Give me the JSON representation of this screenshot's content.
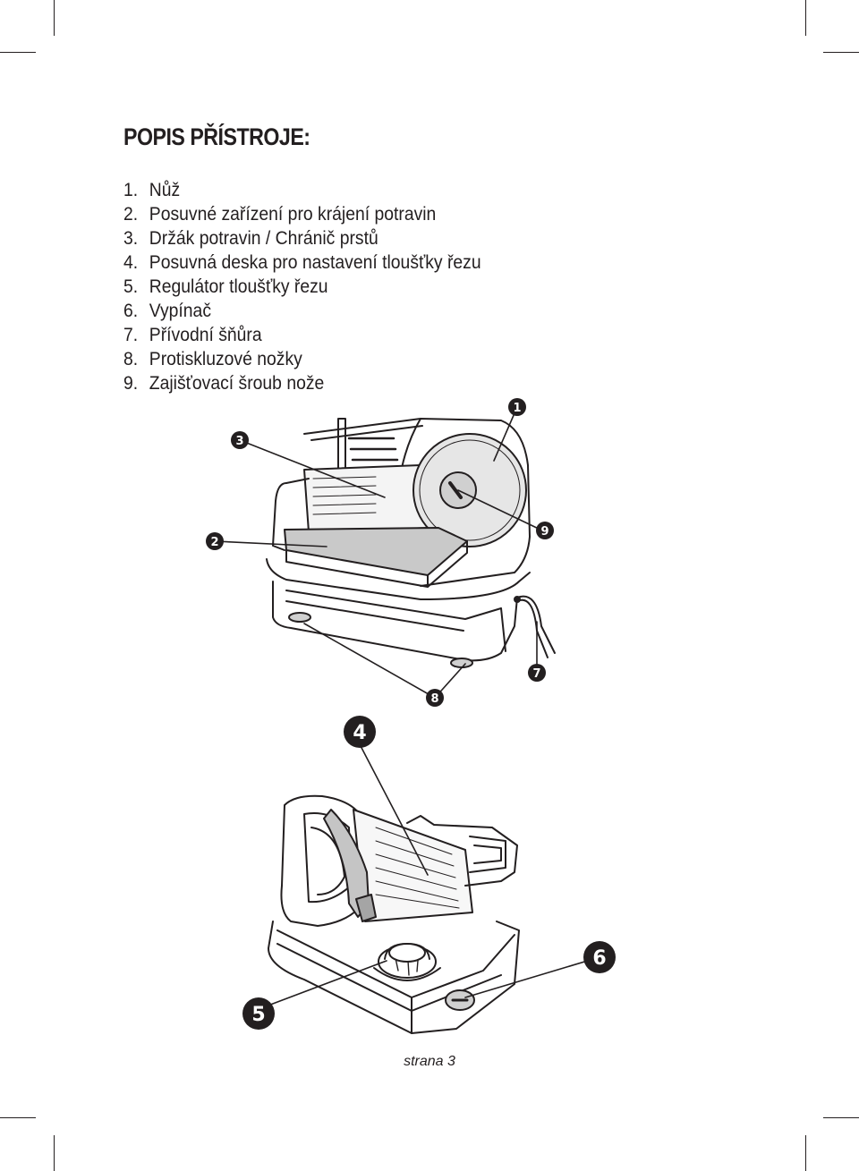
{
  "title": "POPIS PŘÍSTROJE:",
  "parts": [
    {
      "num": "1.",
      "label": "Nůž"
    },
    {
      "num": "2.",
      "label": "Posuvné zařízení pro krájení potravin"
    },
    {
      "num": "3.",
      "label": "Držák potravin / Chránič prstů"
    },
    {
      "num": "4.",
      "label": "Posuvná deska pro nastavení tloušťky řezu"
    },
    {
      "num": "5.",
      "label": "Regulátor tloušťky řezu"
    },
    {
      "num": "6.",
      "label": "Vypínač"
    },
    {
      "num": "7.",
      "label": "Přívodní šňůra"
    },
    {
      "num": "8.",
      "label": "Protiskluzové nožky"
    },
    {
      "num": "9.",
      "label": "Zajišťovací šroub nože"
    }
  ],
  "callouts": {
    "c1": "1",
    "c2": "2",
    "c3": "3",
    "c4": "4",
    "c5": "5",
    "c6": "6",
    "c7": "7",
    "c8": "8",
    "c9": "9"
  },
  "footer": "strana 3",
  "colors": {
    "ink": "#231f20",
    "blade_fill": "#e0e0e0",
    "shade": "#c8c8c8"
  }
}
